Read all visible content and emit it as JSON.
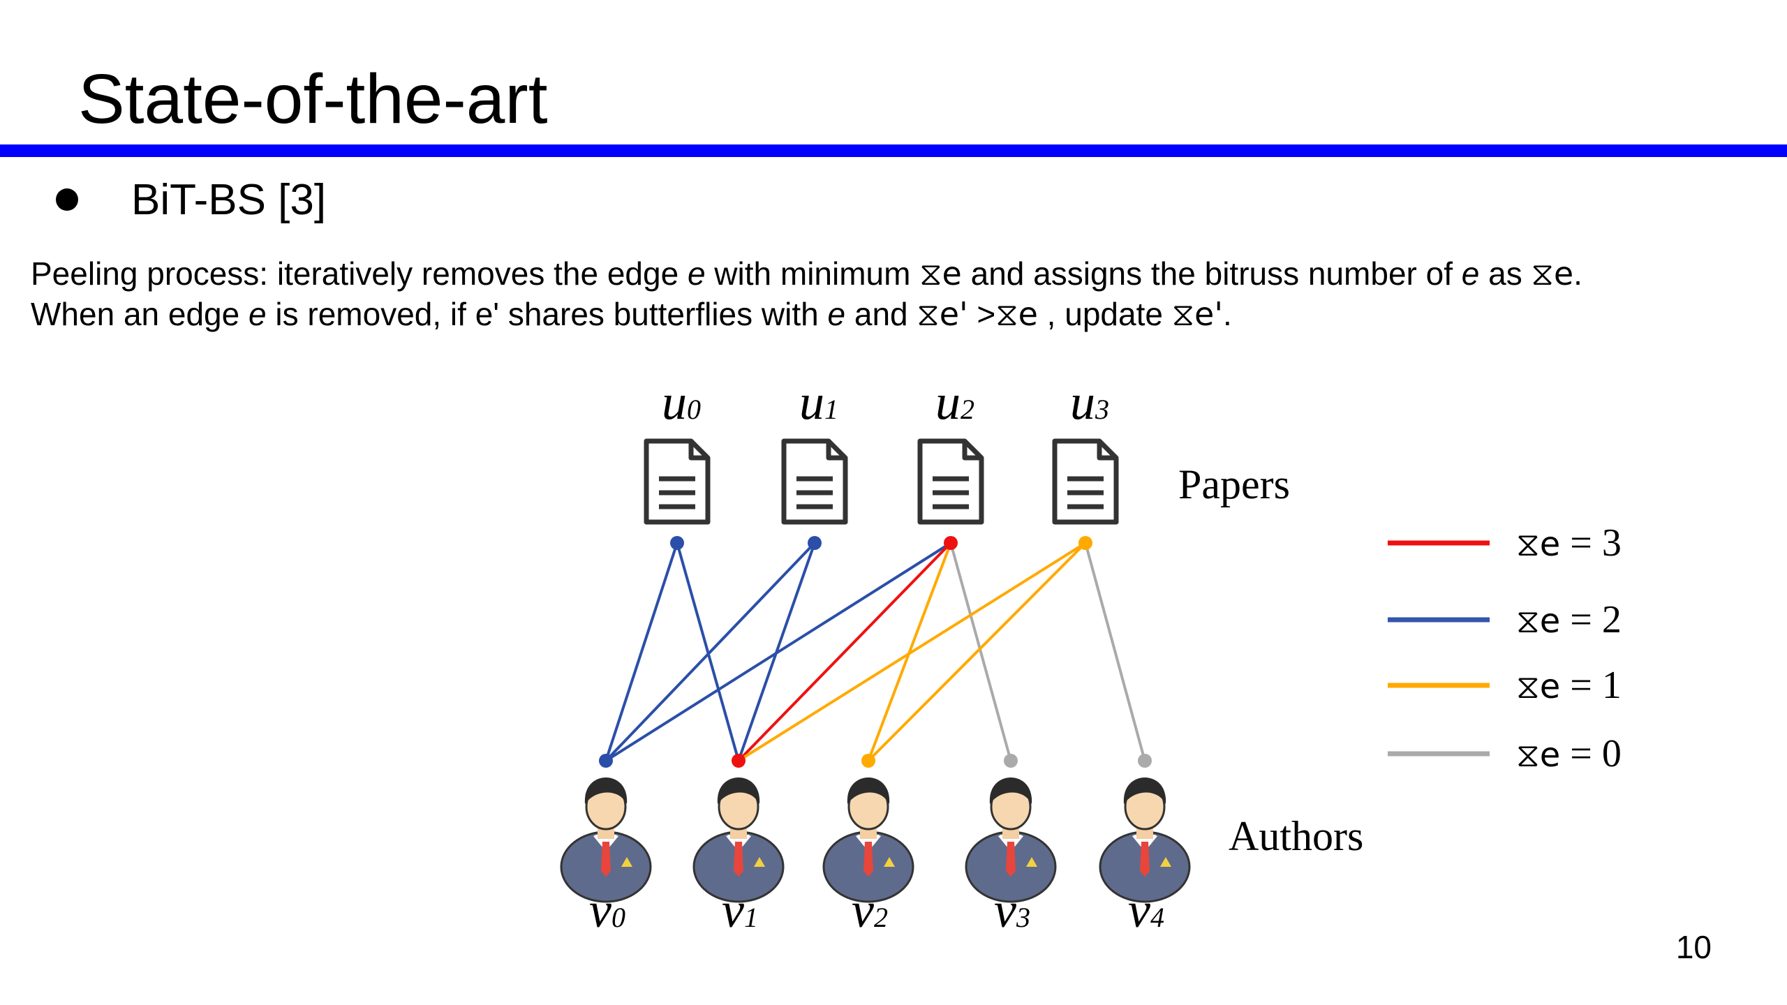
{
  "slide": {
    "title": "State-of-the-art",
    "bullet": "BiT-BS [3]",
    "page_number": "10"
  },
  "description": {
    "line1": {
      "a": "Peeling process: iteratively removes the edge ",
      "e1": "e",
      "b": " with minimum ",
      "sym1": "⧖e",
      "c": " and assigns the bitruss number of ",
      "e2": "e",
      "d": " as ",
      "sym2": "⧖e",
      "end": "."
    },
    "line2": {
      "a": "When an edge ",
      "e1": "e",
      "b": " is removed, if e' shares butterflies with ",
      "e2": "e",
      "c": " and ",
      "sym1": "⧖e'",
      "gt": " >",
      "sym2": "⧖e",
      "d": " , update ",
      "sym3": "⧖e'",
      "end": "."
    }
  },
  "diagram": {
    "papers_label": "Papers",
    "authors_label": "Authors",
    "papers": [
      {
        "id": "u0",
        "letter": "u",
        "sub": "0"
      },
      {
        "id": "u1",
        "letter": "u",
        "sub": "1"
      },
      {
        "id": "u2",
        "letter": "u",
        "sub": "2"
      },
      {
        "id": "u3",
        "letter": "u",
        "sub": "3"
      }
    ],
    "authors": [
      {
        "id": "v0",
        "letter": "v",
        "sub": "0"
      },
      {
        "id": "v1",
        "letter": "v",
        "sub": "1"
      },
      {
        "id": "v2",
        "letter": "v",
        "sub": "2"
      },
      {
        "id": "v3",
        "letter": "v",
        "sub": "3"
      },
      {
        "id": "v4",
        "letter": "v",
        "sub": "4"
      }
    ],
    "edges": [
      {
        "from": "u0",
        "to": "v0",
        "truss": 2
      },
      {
        "from": "u0",
        "to": "v1",
        "truss": 2
      },
      {
        "from": "u1",
        "to": "v0",
        "truss": 2
      },
      {
        "from": "u1",
        "to": "v1",
        "truss": 2
      },
      {
        "from": "u2",
        "to": "v0",
        "truss": 2
      },
      {
        "from": "u2",
        "to": "v1",
        "truss": 3
      },
      {
        "from": "u2",
        "to": "v2",
        "truss": 1
      },
      {
        "from": "u2",
        "to": "v3",
        "truss": 0
      },
      {
        "from": "u3",
        "to": "v1",
        "truss": 1
      },
      {
        "from": "u3",
        "to": "v2",
        "truss": 1
      },
      {
        "from": "u3",
        "to": "v4",
        "truss": 0
      }
    ],
    "legend": [
      {
        "truss": 3,
        "symbol": "⧖e",
        "text": " = 3",
        "color": "#ee1111"
      },
      {
        "truss": 2,
        "symbol": "⧖e",
        "text": " = 2",
        "color": "#3355aa"
      },
      {
        "truss": 1,
        "symbol": "⧖e",
        "text": " = 1",
        "color": "#ffaa00"
      },
      {
        "truss": 0,
        "symbol": "⧖e",
        "text": " = 0",
        "color": "#aaaaaa"
      }
    ],
    "colors": {
      "truss_3": "#ee1111",
      "truss_2": "#2b4fa8",
      "truss_1": "#ffaa00",
      "truss_0": "#aaaaaa",
      "rule": "#0000ff"
    }
  }
}
